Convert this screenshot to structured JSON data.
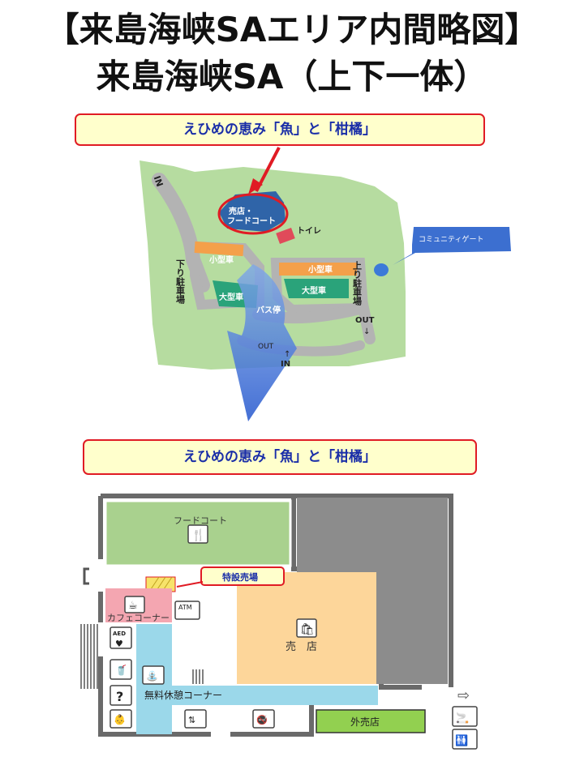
{
  "title": {
    "line1": "【来島海峡SAエリア内間略図】",
    "line2": "来島海峡SA（上下一体）"
  },
  "callout_top": "えひめの恵み「魚」と「柑橘」",
  "callout_bottom": "えひめの恵み「魚」と「柑橘」",
  "area_map": {
    "labels": {
      "in_top": "IN",
      "shop_food": "売店・\nフードコート",
      "toilet": "トイレ",
      "community_gate": "コミュニティゲート",
      "down_parking": "下り駐車場",
      "up_parking": "上り駐車場",
      "small_car_left": "小型車",
      "small_car_right": "小型車",
      "large_car_left": "大型車",
      "large_car_right": "大型車",
      "bus_stop": "バス停",
      "out_right": "OUT",
      "out_bottom": "OUT",
      "in_bottom": "IN"
    }
  },
  "floor_plan": {
    "food_court": "フードコート",
    "special_sales": "特設売場",
    "cafe_corner": "カフェコーナー",
    "shop": "売　店",
    "free_rest_corner": "無料休憩コーナー",
    "outside_shop": "外売店",
    "aed_label": "AED",
    "atm_label": "ATM"
  },
  "colors": {
    "callout_border": "#e01b24",
    "callout_bg": "#ffffcc",
    "callout_text": "#1a2ea8",
    "food_court": "#a9d18e",
    "shop": "#fdd69a",
    "rest": "#9bd8ea",
    "cafe": "#f4a6b1",
    "outside_shop": "#92d050",
    "dark_block": "#8c8c8c"
  }
}
